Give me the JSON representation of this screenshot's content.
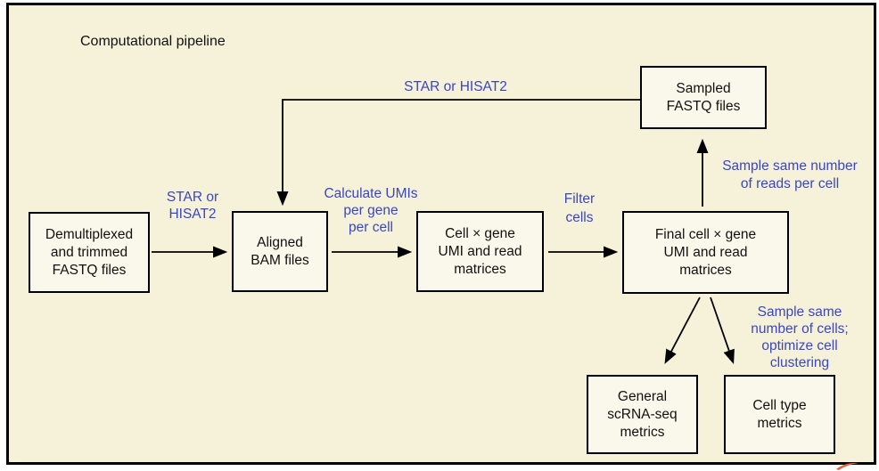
{
  "title": "Computational pipeline",
  "colors": {
    "frame_background": "#f5f2d9",
    "node_fill": "#faf8ea",
    "border_black": "#000000",
    "edge_label_blue": "#3a45c6",
    "corner_mark_orange": "#e8613b"
  },
  "nodes": [
    {
      "id": "demultiplexed",
      "label": "Demultiplexed\nand trimmed\nFASTQ files"
    },
    {
      "id": "aligned-bam",
      "label": "Aligned\nBAM files"
    },
    {
      "id": "cell-gene-matrices",
      "label": "Cell × gene\nUMI and read\nmatrices"
    },
    {
      "id": "final-matrices",
      "label": "Final cell × gene\nUMI and read\nmatrices"
    },
    {
      "id": "sampled-fastq",
      "label": "Sampled\nFASTQ files"
    },
    {
      "id": "general-metrics",
      "label": "General\nscRNA-seq\nmetrics"
    },
    {
      "id": "cell-type-metrics",
      "label": "Cell type\nmetrics"
    }
  ],
  "edge_labels": [
    {
      "id": "star-hisat2-top",
      "text": "STAR or HISAT2"
    },
    {
      "id": "star-hisat2-left",
      "text": "STAR or\nHISAT2"
    },
    {
      "id": "calculate-umis",
      "text": "Calculate UMIs\nper gene\nper cell"
    },
    {
      "id": "filter-cells",
      "text": "Filter\ncells"
    },
    {
      "id": "sample-reads",
      "text": "Sample same number\nof reads per cell"
    },
    {
      "id": "sample-cells",
      "text": "Sample same\nnumber of cells;\noptimize cell\nclustering"
    }
  ]
}
